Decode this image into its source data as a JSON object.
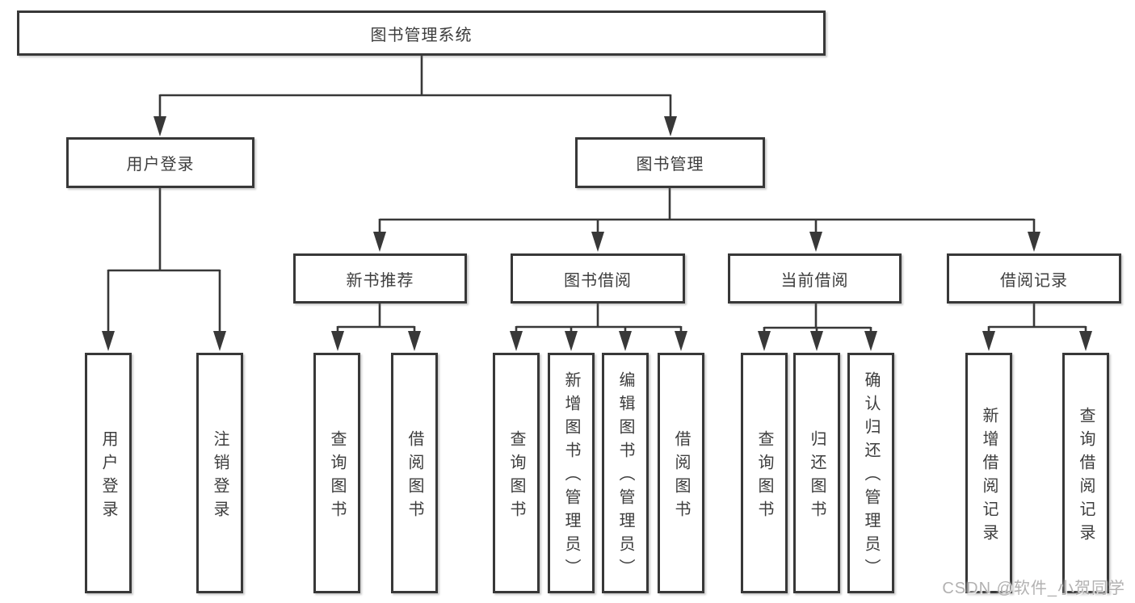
{
  "diagram": {
    "root": {
      "label": "图书管理系统"
    },
    "level2": {
      "user_login": {
        "label": "用户登录"
      },
      "book_mgmt": {
        "label": "图书管理"
      }
    },
    "level3": {
      "new_book": {
        "label": "新书推荐"
      },
      "book_borrow": {
        "label": "图书借阅"
      },
      "current_borrow": {
        "label": "当前借阅"
      },
      "borrow_record": {
        "label": "借阅记录"
      }
    },
    "leaves": {
      "login": "用户登录",
      "logout": "注销登录",
      "nb_query": "查询图书",
      "nb_borrow": "借阅图书",
      "bb_query": "查询图书",
      "bb_add": "新增图书（管理员）",
      "bb_edit": "编辑图书（管理员）",
      "bb_borrow": "借阅图书",
      "cb_query": "查询图书",
      "cb_return": "归还图书",
      "cb_confirm": "确认归还（管理员）",
      "br_add": "新增借阅记录",
      "br_query": "查询借阅记录"
    }
  },
  "watermark": "CSDN @软件_小贺同学",
  "colors": {
    "line": "#383838",
    "border": "#383838",
    "text": "#3d3d3d",
    "watermark_text": "#b2b1b1",
    "background": "#ffffff"
  }
}
